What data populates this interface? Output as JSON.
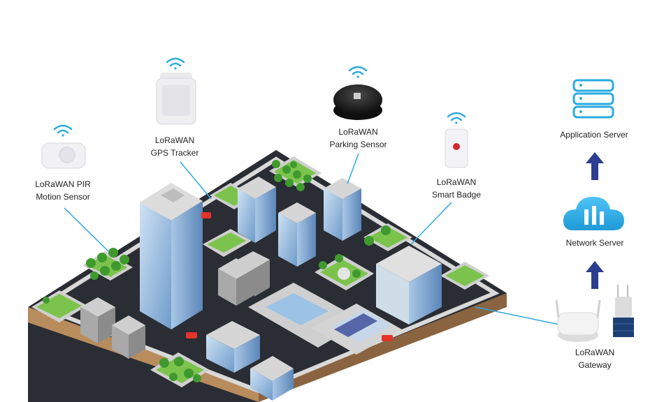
{
  "devices": {
    "pir": {
      "line1": "LoRaWAN PIR",
      "line2": "Motion Sensor"
    },
    "gps": {
      "line1": "LoRaWAN",
      "line2": "GPS Tracker"
    },
    "parking": {
      "line1": "LoRaWAN",
      "line2": "Parking Sensor"
    },
    "badge": {
      "line1": "LoRaWAN",
      "line2": "Smart Badge"
    },
    "gateway": {
      "line1": "LoRaWAN",
      "line2": "Gateway"
    }
  },
  "servers": {
    "network": "Network Server",
    "application": "Application Server"
  },
  "colors": {
    "accent": "#29abe2",
    "arrow": "#2b3e8f",
    "road": "#2a2d33",
    "grass": "#7cc34d",
    "glass": "#8fb6dc"
  }
}
